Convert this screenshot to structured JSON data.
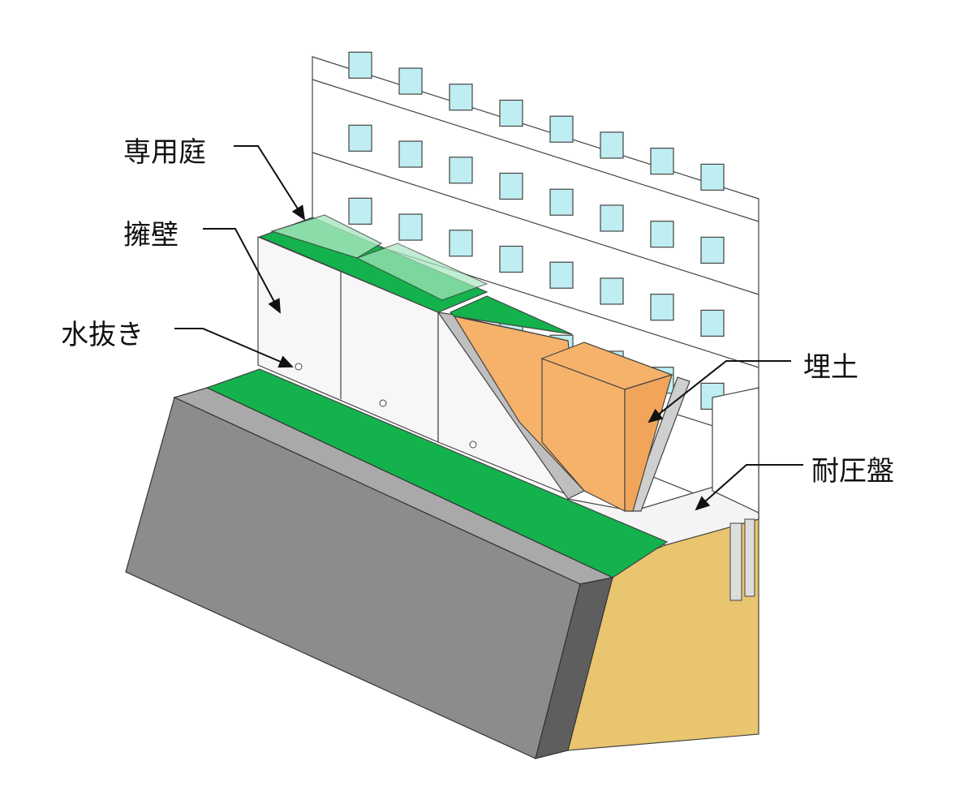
{
  "labels": {
    "private_garden": "専用庭",
    "retaining_wall": "擁壁",
    "weep_hole": "水抜き",
    "backfill": "埋土",
    "mat_foundation": "耐圧盤"
  },
  "colors": {
    "grass": "#13b24c",
    "slope_face": "#8c8c8c",
    "slope_top": "#a9a9a9",
    "slope_edge": "#5e5e5e",
    "soil": "#e8c56e",
    "backfill": "#f6b26b",
    "window": "#bfeef2",
    "line": "#222222"
  }
}
